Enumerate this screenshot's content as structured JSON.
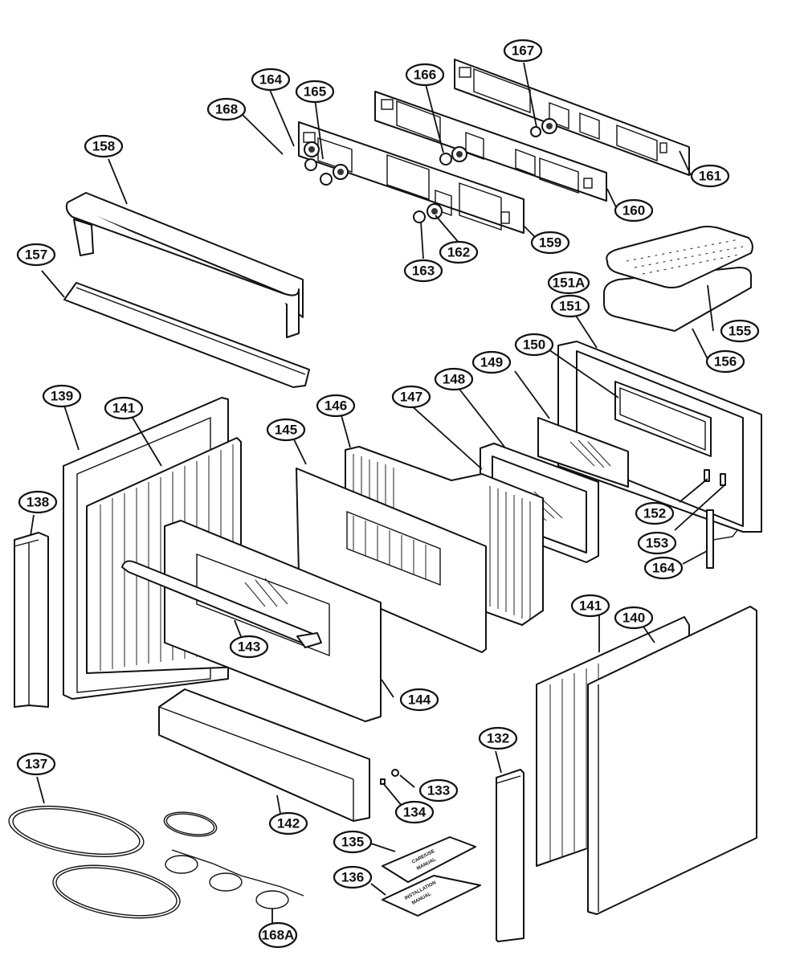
{
  "diagram": {
    "title": "Range exploded parts view",
    "colors": {
      "line": "#111111",
      "background": "#ffffff"
    },
    "callouts": [
      {
        "id": "167",
        "label": "167"
      },
      {
        "id": "164a",
        "label": "164"
      },
      {
        "id": "165",
        "label": "165"
      },
      {
        "id": "166",
        "label": "166"
      },
      {
        "id": "168",
        "label": "168"
      },
      {
        "id": "158",
        "label": "158"
      },
      {
        "id": "161",
        "label": "161"
      },
      {
        "id": "160",
        "label": "160"
      },
      {
        "id": "159",
        "label": "159"
      },
      {
        "id": "162",
        "label": "162"
      },
      {
        "id": "163",
        "label": "163"
      },
      {
        "id": "157",
        "label": "157"
      },
      {
        "id": "151A",
        "label": "151A"
      },
      {
        "id": "151",
        "label": "151"
      },
      {
        "id": "155",
        "label": "155"
      },
      {
        "id": "156",
        "label": "156"
      },
      {
        "id": "150",
        "label": "150"
      },
      {
        "id": "149",
        "label": "149"
      },
      {
        "id": "148",
        "label": "148"
      },
      {
        "id": "147",
        "label": "147"
      },
      {
        "id": "146",
        "label": "146"
      },
      {
        "id": "145",
        "label": "145"
      },
      {
        "id": "139",
        "label": "139"
      },
      {
        "id": "141a",
        "label": "141"
      },
      {
        "id": "138",
        "label": "138"
      },
      {
        "id": "152",
        "label": "152"
      },
      {
        "id": "153",
        "label": "153"
      },
      {
        "id": "164b",
        "label": "164"
      },
      {
        "id": "143",
        "label": "143"
      },
      {
        "id": "141b",
        "label": "141"
      },
      {
        "id": "140",
        "label": "140"
      },
      {
        "id": "144",
        "label": "144"
      },
      {
        "id": "132",
        "label": "132"
      },
      {
        "id": "137",
        "label": "137"
      },
      {
        "id": "133",
        "label": "133"
      },
      {
        "id": "134",
        "label": "134"
      },
      {
        "id": "142",
        "label": "142"
      },
      {
        "id": "135",
        "label": "135"
      },
      {
        "id": "136",
        "label": "136"
      },
      {
        "id": "168A",
        "label": "168A"
      }
    ],
    "manuals": {
      "care_manual": [
        "CARE/USE",
        "MANUAL"
      ],
      "install_manual": [
        "INSTALLATION",
        "MANUAL"
      ]
    }
  }
}
